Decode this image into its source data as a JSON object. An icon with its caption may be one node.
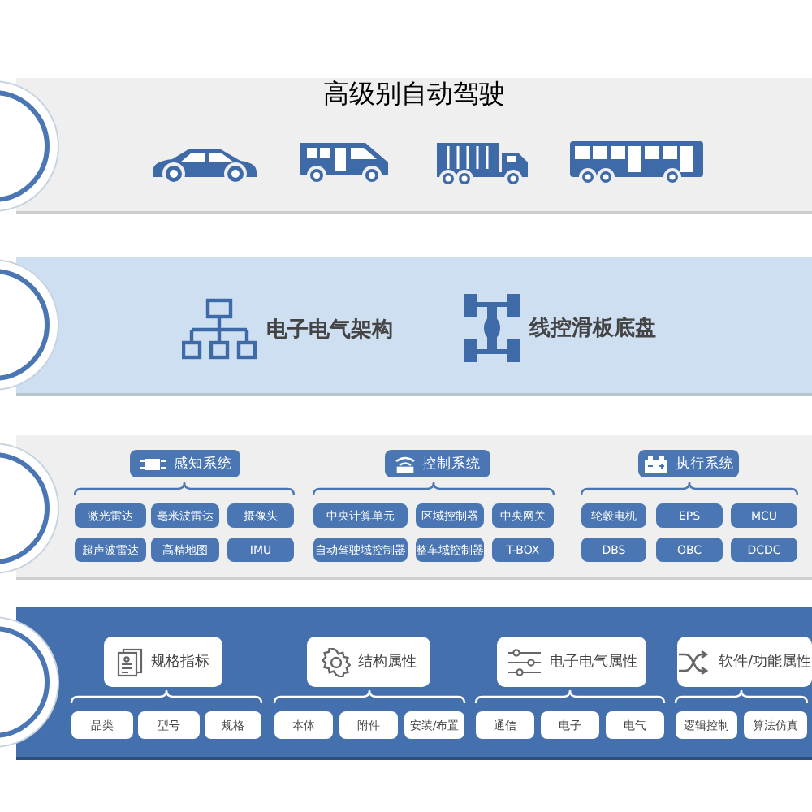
{
  "diagram": {
    "nodes": [
      {
        "text": [
          "高级别自动驾驶"
        ]
      },
      {
        "text": [],
        "shape": "box"
      },
      {
        "text": [
          "电子电气架构"
        ],
        "in": 1
      },
      {
        "text": [
          "线控滑板底盘"
        ],
        "in": 1
      },
      {
        "text": [],
        "shape": "box"
      },
      {
        "text": [
          "感知系统"
        ],
        "in": 4
      },
      {
        "text": [
          "激光雷达"
        ],
        "in": 4
      },
      {
        "text": [
          "毫米波雷达"
        ],
        "in": 4
      },
      {
        "text": [
          "摄像头"
        ],
        "in": 4
      },
      {
        "text": [
          "超声波雷达"
        ],
        "in": 4
      },
      {
        "text": [
          "高精地图"
        ],
        "in": 4
      },
      {
        "text": [
          "IMU"
        ],
        "in": 4
      },
      {
        "text": [
          "控制系统"
        ],
        "in": 4
      },
      {
        "text": [
          "中央计算单元"
        ],
        "in": 4
      },
      {
        "text": [
          "区域控制器"
        ],
        "in": 4
      },
      {
        "text": [
          "中央网关"
        ],
        "in": 4
      },
      {
        "text": [
          "自动驾驶域控制器"
        ],
        "in": 4
      },
      {
        "text": [
          "整车域控制器"
        ],
        "in": 4
      },
      {
        "text": [
          "T-BOX"
        ],
        "in": 4
      },
      {
        "text": [
          "执行系统"
        ],
        "in": 4
      },
      {
        "text": [
          "轮毂电机"
        ],
        "in": 4
      },
      {
        "text": [
          "EPS"
        ],
        "in": 4
      },
      {
        "text": [
          "MCU"
        ],
        "in": 4
      },
      {
        "text": [
          "DBS"
        ],
        "in": 4
      },
      {
        "text": [
          "OBC"
        ],
        "in": 4
      },
      {
        "text": [
          "DCDC"
        ],
        "in": 4
      },
      {
        "text": [],
        "shape": "box"
      },
      {
        "text": [
          "规格指标"
        ],
        "in": 26
      },
      {
        "text": [
          "品类"
        ],
        "in": 26
      },
      {
        "text": [
          "型号"
        ],
        "in": 26
      },
      {
        "text": [
          "规格"
        ],
        "in": 26
      },
      {
        "text": [
          "结构属性"
        ],
        "in": 26
      },
      {
        "text": [
          "本体"
        ],
        "in": 26
      },
      {
        "text": [
          "附件"
        ],
        "in": 26
      },
      {
        "text": [
          "安装/布置"
        ],
        "in": 26
      },
      {
        "text": [
          "电子电气属性"
        ],
        "in": 26
      },
      {
        "text": [
          "通信"
        ],
        "in": 26
      },
      {
        "text": [
          "电子"
        ],
        "in": 26
      },
      {
        "text": [
          "电气"
        ],
        "in": 26
      },
      {
        "text": [
          "软件/功能属性"
        ],
        "in": 26
      },
      {
        "text": [
          "逻辑控制"
        ],
        "in": 26
      },
      {
        "text": [
          "算法仿真"
        ],
        "in": 26
      }
    ]
  }
}
